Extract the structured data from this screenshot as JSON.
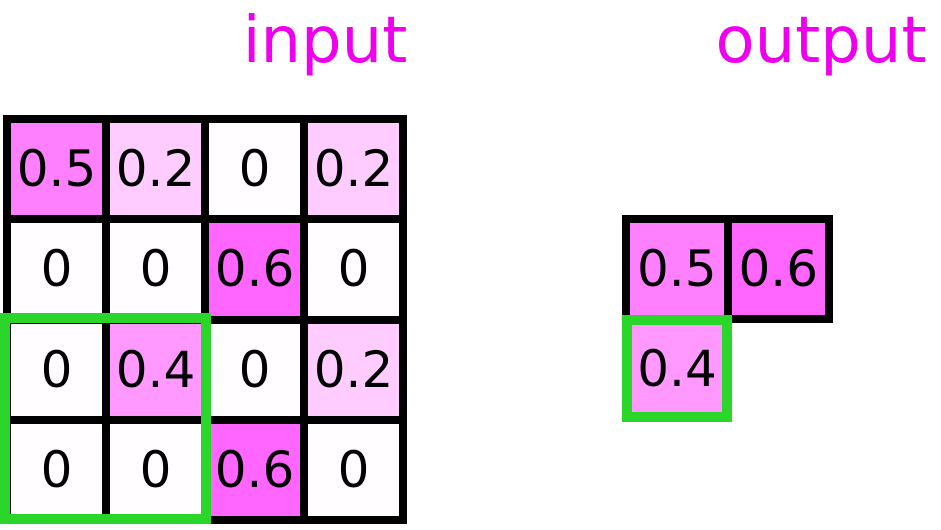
{
  "titles": {
    "input_label": "input",
    "output_label": "output"
  },
  "colors": {
    "title_text": "#EE00EE",
    "grid_border": "#000000",
    "highlight_border": "#2BD62B",
    "cell_text": "#000000",
    "value_colors": {
      "0": "#FFFDFF",
      "0.2": "#FFCCFF",
      "0.4": "#FF99FF",
      "0.5": "#FF80FF",
      "0.6": "#FF66FF"
    }
  },
  "input_grid": {
    "rows": 4,
    "cols": 4,
    "values": [
      [
        "0.5",
        "0.2",
        "0",
        "0.2"
      ],
      [
        "0",
        "0",
        "0.6",
        "0"
      ],
      [
        "0",
        "0.4",
        "0",
        "0.2"
      ],
      [
        "0",
        "0",
        "0.6",
        "0"
      ]
    ],
    "pooling_window": {
      "row_start": 2,
      "col_start": 0,
      "row_span": 2,
      "col_span": 2
    }
  },
  "output_grid": {
    "rows": 2,
    "cols": 2,
    "cells": [
      {
        "row": 0,
        "col": 0,
        "value": "0.5",
        "highlighted": false
      },
      {
        "row": 0,
        "col": 1,
        "value": "0.6",
        "highlighted": false
      },
      {
        "row": 1,
        "col": 0,
        "value": "0.4",
        "highlighted": true
      }
    ]
  }
}
